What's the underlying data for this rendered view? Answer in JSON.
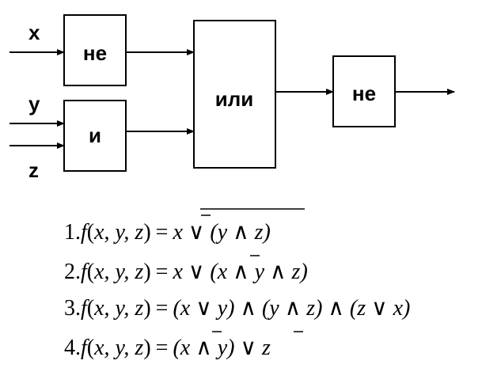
{
  "inputs": {
    "x": "x",
    "y": "y",
    "z": "z"
  },
  "gates": {
    "not_top": "не",
    "and": "и",
    "or": "или",
    "not_out": "не"
  },
  "formulas": [
    {
      "index": "1.",
      "f": "f",
      "open": "(",
      "args": "x, y, z",
      "close": ")",
      "eq": "=",
      "rhs": "x ∨ (y ∧ z)"
    },
    {
      "index": "2.",
      "f": "f",
      "open": "(",
      "args": "x, y, z",
      "close": ")",
      "eq": "=",
      "rhs": "x ∨ (x ∧ y ∧ z)"
    },
    {
      "index": "3.",
      "f": "f",
      "open": "(",
      "args": "x, y, z",
      "close": ")",
      "eq": "=",
      "rhs": "(x ∨ y) ∧ (y ∧ z) ∧ (z ∨ x)"
    },
    {
      "index": "4.",
      "f": "f",
      "open": "(",
      "args": "x, y, z",
      "close": ")",
      "eq": "=",
      "rhs": "(x ∧ y) ∨ z"
    }
  ]
}
